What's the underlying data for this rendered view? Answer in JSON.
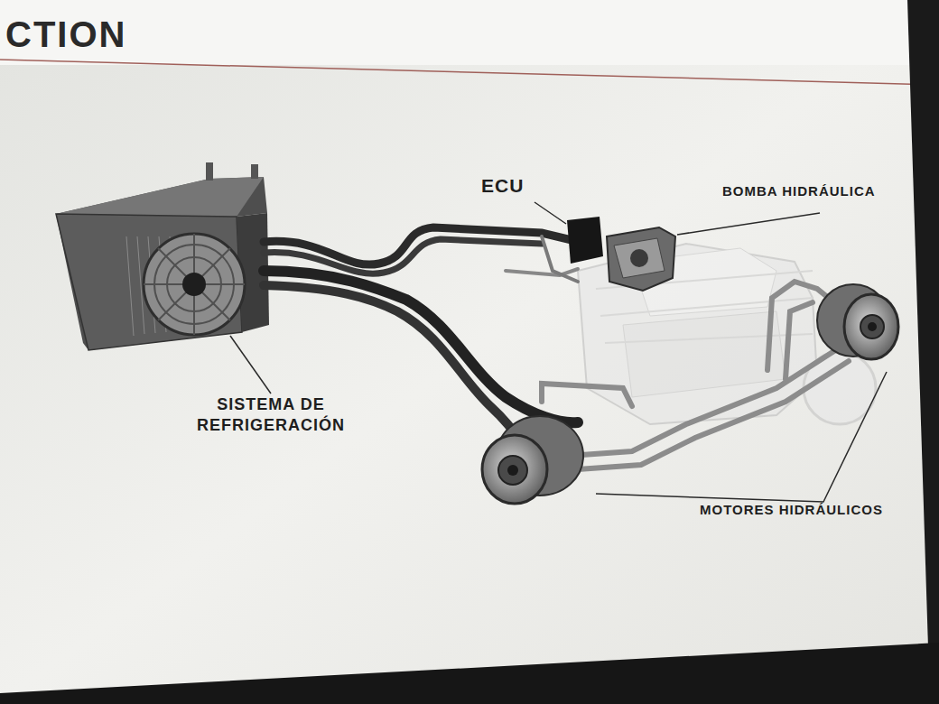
{
  "diagram": {
    "title": "CTION",
    "labels": [
      "ECU",
      "BOMBA HIDRÁULICA",
      "SISTEMA DE REFRIGERACIÓN",
      "MOTORES HIDRÁULICOS"
    ]
  }
}
